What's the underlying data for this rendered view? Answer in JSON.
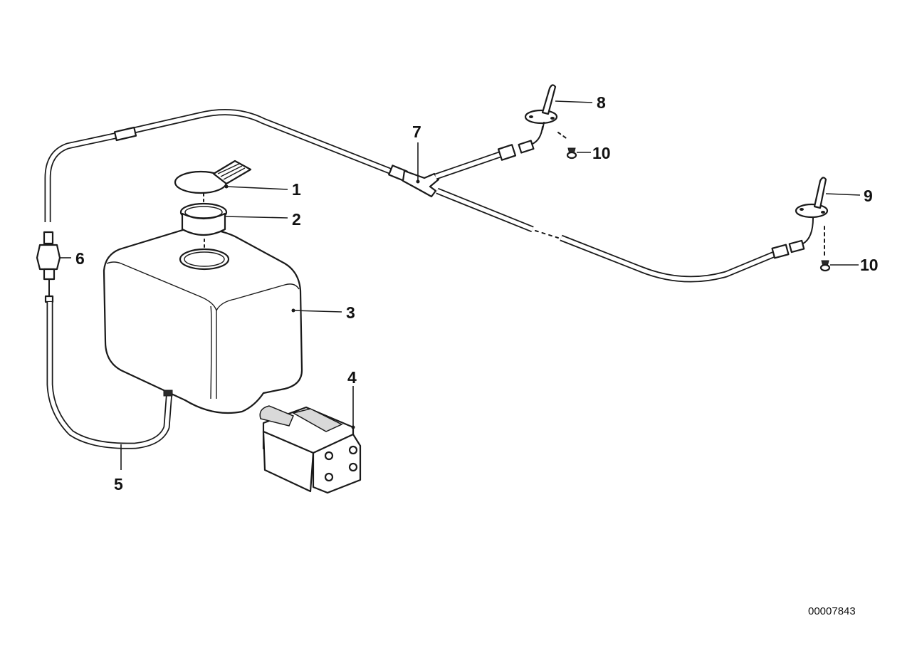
{
  "callouts": {
    "c1": "1",
    "c2": "2",
    "c3": "3",
    "c4": "4",
    "c5": "5",
    "c6": "6",
    "c7": "7",
    "c8": "8",
    "c9": "9",
    "c10a": "10",
    "c10b": "10"
  },
  "document_number": "00007843"
}
